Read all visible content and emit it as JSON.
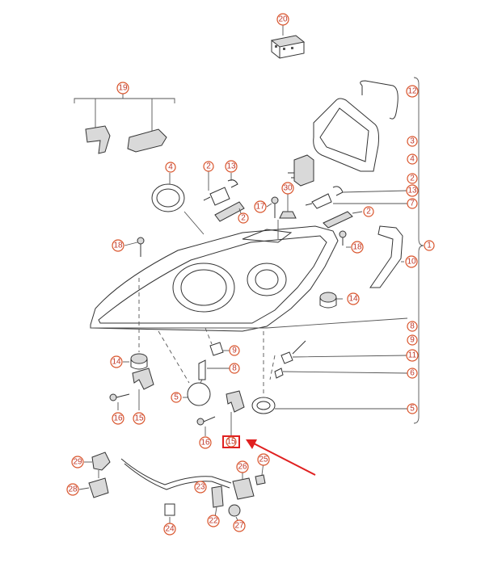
{
  "diagram": {
    "callouts": [
      {
        "id": "c20",
        "label": "20"
      },
      {
        "id": "c19",
        "label": "19"
      },
      {
        "id": "c12",
        "label": "12"
      },
      {
        "id": "c3",
        "label": "3"
      },
      {
        "id": "c4r",
        "label": "4"
      },
      {
        "id": "c4l",
        "label": "4"
      },
      {
        "id": "c2a",
        "label": "2"
      },
      {
        "id": "c13a",
        "label": "13"
      },
      {
        "id": "c2b",
        "label": "2"
      },
      {
        "id": "c30",
        "label": "30"
      },
      {
        "id": "c13b",
        "label": "13"
      },
      {
        "id": "c7a",
        "label": "7"
      },
      {
        "id": "c17",
        "label": "17"
      },
      {
        "id": "c2c",
        "label": "2"
      },
      {
        "id": "c2d",
        "label": "2"
      },
      {
        "id": "c1",
        "label": "1"
      },
      {
        "id": "c18a",
        "label": "18"
      },
      {
        "id": "c18b",
        "label": "18"
      },
      {
        "id": "c10",
        "label": "10"
      },
      {
        "id": "c14a",
        "label": "14"
      },
      {
        "id": "c8a",
        "label": "8"
      },
      {
        "id": "c9a",
        "label": "9"
      },
      {
        "id": "c11",
        "label": "11"
      },
      {
        "id": "c6",
        "label": "6"
      },
      {
        "id": "c5a",
        "label": "5"
      },
      {
        "id": "c14b",
        "label": "14"
      },
      {
        "id": "c9b",
        "label": "9"
      },
      {
        "id": "c8b",
        "label": "8"
      },
      {
        "id": "c5b",
        "label": "5"
      },
      {
        "id": "c16a",
        "label": "16"
      },
      {
        "id": "c15a",
        "label": "15"
      },
      {
        "id": "c16b",
        "label": "16"
      },
      {
        "id": "c15b",
        "label": "15"
      },
      {
        "id": "c29",
        "label": "29"
      },
      {
        "id": "c26",
        "label": "26"
      },
      {
        "id": "c25",
        "label": "25"
      },
      {
        "id": "c28",
        "label": "28"
      },
      {
        "id": "c23",
        "label": "23"
      },
      {
        "id": "c22",
        "label": "22"
      },
      {
        "id": "c27",
        "label": "27"
      },
      {
        "id": "c24",
        "label": "24"
      }
    ],
    "colors": {
      "callout_text": "#c0392b",
      "callout_ring": "#d9542b",
      "highlight_box": "#e02020",
      "arrow": "#e02020",
      "line": "#333333"
    }
  }
}
